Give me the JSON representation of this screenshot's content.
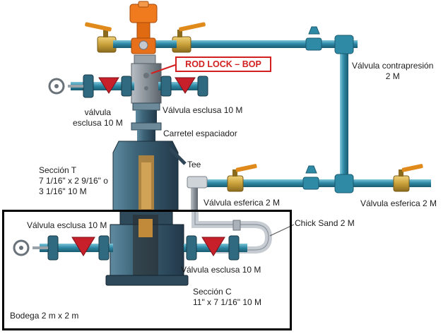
{
  "labels": {
    "rod_lock_bop": "ROD LOCK – BOP",
    "valvula_contrapresion_l1": "Válvula contrapresión",
    "valvula_contrapresion_l2": "2 M",
    "valvula_esclusa_left_l1": "válvula",
    "valvula_esclusa_left_l2": "esclusa 10 M",
    "valvula_esclusa_right_top": "Válvula esclusa 10 M",
    "carretel_espaciador": "Carretel espaciador",
    "tee": "Tee",
    "seccion_t_l1": "Sección T",
    "seccion_t_l2": "7 1/16\" x 2 9/16\" o",
    "seccion_t_l3": "3 1/16\" 10 M",
    "valvula_esferica_left": "Válvula esferica 2 M",
    "valvula_esferica_right": "Válvula esferica 2 M",
    "chick_sand": "Chick Sand 2 M",
    "valvula_esclusa_bottom_left": "Válvula esclusa 10 M",
    "valvula_esclusa_bottom_right": "Válvula esclusa 10 M",
    "seccion_c_l1": "Sección C",
    "seccion_c_l2": "11\" x 7 1/16\" 10 M",
    "bodega": "Bodega  2 m x 2 m"
  },
  "colors": {
    "pipe_teal": "#2f8aa6",
    "body_steel": "#3d6478",
    "valve_red": "#c8202a",
    "brass": "#c9a13a",
    "actuator_orange": "#f07a1e",
    "callout_red": "#d21f1f"
  }
}
